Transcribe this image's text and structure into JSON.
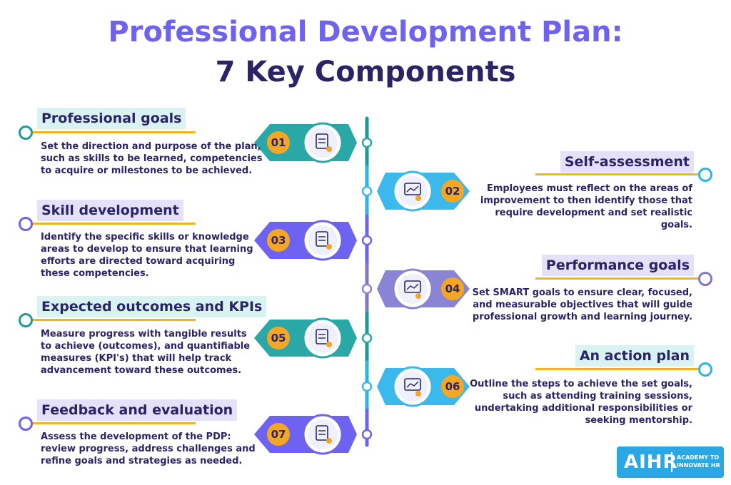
{
  "title": {
    "line1": "Professional Development Plan:",
    "line2": "7 Key Components"
  },
  "components": [
    {
      "number": "01",
      "heading": "Professional goals",
      "side": "left",
      "ring_color": "#1e9a9a",
      "badge_color": "#2aa8a8",
      "icon": "documents-gear-icon",
      "description": [
        "Set the direction and purpose of the plan,",
        "such as skills to be learned, competencies",
        "to acquire or milestones to be achieved."
      ]
    },
    {
      "number": "02",
      "heading": "Self-assessment",
      "side": "right",
      "ring_color": "#29b6e6",
      "badge_color": "#3bb8ec",
      "icon": "monitor-person-icon",
      "description": [
        "Employees must reflect on the areas of",
        "improvement to then identify those that",
        "require development and set realistic",
        "goals."
      ]
    },
    {
      "number": "03",
      "heading": "Skill development",
      "side": "left",
      "ring_color": "#6e63f0",
      "badge_color": "#6e63f0",
      "icon": "chart-magnifier-icon",
      "description": [
        "Identify the specific skills or knowledge",
        "areas to develop to ensure that learning",
        "efforts are directed toward acquiring",
        "these competencies."
      ]
    },
    {
      "number": "04",
      "heading": "Performance goals",
      "side": "right",
      "ring_color": "#7d78c8",
      "badge_color": "#8a84d4",
      "icon": "board-chart-icon",
      "description": [
        "Set SMART goals to ensure clear, focused,",
        "and measurable objectives that will guide",
        "professional growth and learning journey."
      ]
    },
    {
      "number": "05",
      "heading": "Expected outcomes and KPIs",
      "side": "left",
      "ring_color": "#1e9a9a",
      "badge_color": "#2aa8a8",
      "icon": "magnifier-stats-icon",
      "description": [
        "Measure progress with tangible results",
        "to achieve (outcomes), and quantifiable",
        "measures (KPI's) that will help track",
        "advancement toward these outcomes."
      ]
    },
    {
      "number": "06",
      "heading": "An action plan",
      "side": "right",
      "ring_color": "#29b6e6",
      "badge_color": "#3bb8ec",
      "icon": "presentation-gear-icon",
      "description": [
        "Outline the steps to achieve the set goals,",
        "such as attending training sessions,",
        "undertaking additional responsibilities or",
        "seeking mentorship."
      ]
    },
    {
      "number": "07",
      "heading": "Feedback and evaluation",
      "side": "left",
      "ring_color": "#6e63f0",
      "badge_color": "#6e63f0",
      "icon": "document-gear-icon",
      "description": [
        "Assess the development of the PDP:",
        "review progress, address challenges and",
        "refine goals and strategies as needed."
      ]
    }
  ],
  "logo": {
    "main": "AIHR",
    "sub_line1": "ACADEMY TO",
    "sub_line2": "INNOVATE HR",
    "color": "#2aa8e6"
  },
  "colors": {
    "number_circle": "#f5a623",
    "accent_rule": "#f5b21e",
    "heading_text": "#2a2466",
    "title_accent": "#6e63f0"
  }
}
